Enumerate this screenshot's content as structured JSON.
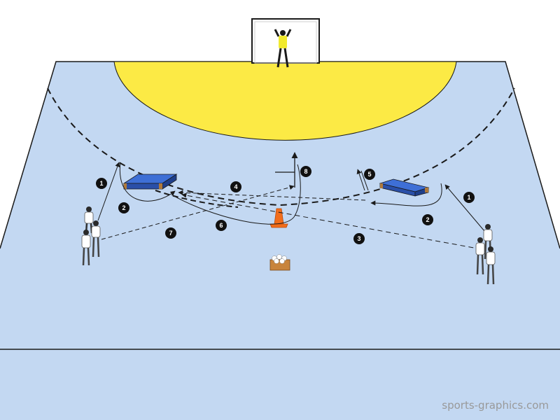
{
  "colors": {
    "court": "#c3d8f2",
    "goal_area": "#fcea45",
    "outline": "#1a1a1a",
    "mat": "#2f58b8",
    "cone": "#f26d1b",
    "box": "#c8843c"
  },
  "markers": {
    "left_1": "1",
    "left_2": "2",
    "n3": "3",
    "n4": "4",
    "n5": "5",
    "n6": "6",
    "n7": "7",
    "n8": "8",
    "right_1": "1",
    "right_2": "2"
  },
  "watermark": "sports-graphics.com",
  "icons": {
    "goalkeeper": "goalkeeper-icon",
    "player": "player-icon",
    "mat": "mat-icon",
    "cone": "cone-icon",
    "ball_box": "ball-box-icon"
  }
}
